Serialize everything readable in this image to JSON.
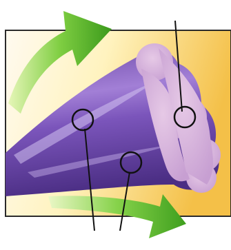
{
  "diagram": {
    "colors": {
      "background_light": "#fff6cf",
      "background_warm": "#f6c44a",
      "fiber_dark": "#5b3a93",
      "fiber_mid": "#8a62c1",
      "fiber_highlight": "#c9b4ea",
      "cross_section": "#d8b6da",
      "arrow_green_dark": "#3f9f1e",
      "arrow_green_light": "#c8ea8a",
      "frame": "#222222",
      "callout": "#111111"
    },
    "elements": {
      "top_arrow": "curved-arrow",
      "bottom_arrow": "curved-arrow",
      "fiber": "fiber-bundle",
      "cross_section": "lobed-cross-section",
      "markers": [
        "marker-circle",
        "marker-circle",
        "marker-circle"
      ]
    }
  }
}
